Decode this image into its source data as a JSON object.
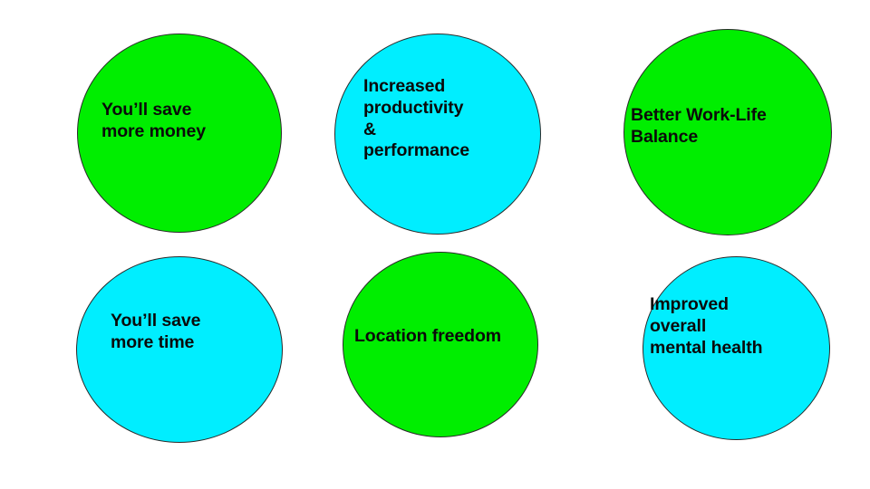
{
  "page": {
    "title": "Benefits circles diagram",
    "background_color": "#ffffff",
    "layout": "2 rows x 3 columns of filled circles"
  },
  "palette": {
    "green_fill": "#00ee00",
    "cyan_fill": "#00eeff",
    "outline": "#2b2b2b",
    "text_color": "#0a0a0a",
    "background": "#ffffff"
  },
  "circles": [
    {
      "id": "save-money",
      "row": 1,
      "column": 1,
      "fill_color": "#00ee00",
      "fill_name": "green",
      "text": "You’ll save\nmore money"
    },
    {
      "id": "productivity",
      "row": 1,
      "column": 2,
      "fill_color": "#00eeff",
      "fill_name": "cyan",
      "text": "Increased\nproductivity\n&\nperformance"
    },
    {
      "id": "work-life",
      "row": 1,
      "column": 3,
      "fill_color": "#00ee00",
      "fill_name": "green",
      "text": "Better Work-Life\nBalance"
    },
    {
      "id": "save-time",
      "row": 2,
      "column": 1,
      "fill_color": "#00eeff",
      "fill_name": "cyan",
      "text": "You’ll save\nmore time"
    },
    {
      "id": "location",
      "row": 2,
      "column": 2,
      "fill_color": "#00ee00",
      "fill_name": "green",
      "text": "Location freedom"
    },
    {
      "id": "mental-health",
      "row": 2,
      "column": 3,
      "fill_color": "#00eeff",
      "fill_name": "cyan",
      "text": "Improved\noverall\nmental health"
    }
  ]
}
